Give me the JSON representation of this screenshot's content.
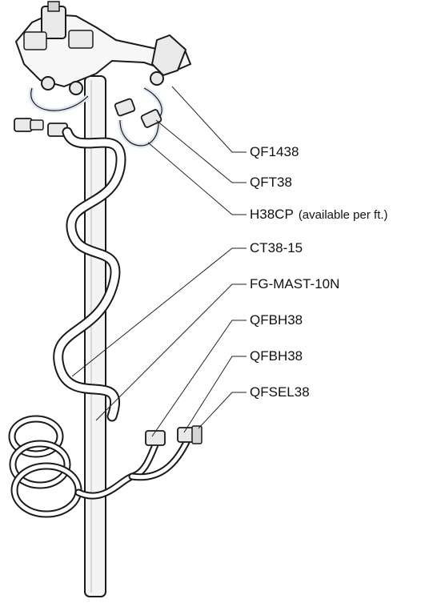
{
  "colors": {
    "outline": "#1a1a1a",
    "hose_tint": "#dfe6f2",
    "mast_fill": "#f4f4f4",
    "fitting_fill": "#e9e9e9",
    "leader_line": "#222222"
  },
  "callouts": [
    {
      "part": "QF1438",
      "note": ""
    },
    {
      "part": "QFT38",
      "note": ""
    },
    {
      "part": "H38CP",
      "note": "(available per ft.)"
    },
    {
      "part": "CT38-15",
      "note": ""
    },
    {
      "part": "FG-MAST-10N",
      "note": ""
    },
    {
      "part": "QFBH38",
      "note": ""
    },
    {
      "part": "QFBH38",
      "note": ""
    },
    {
      "part": "QFSEL38",
      "note": ""
    }
  ]
}
